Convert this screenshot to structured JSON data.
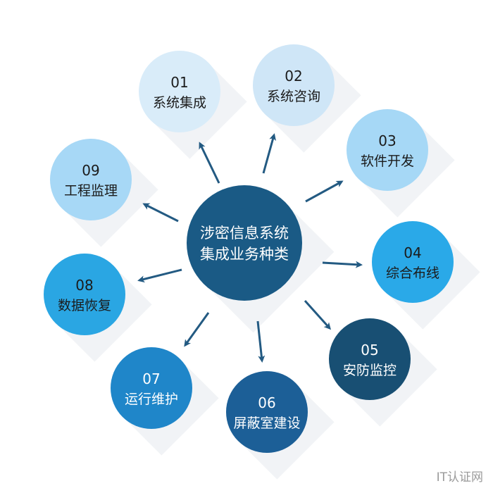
{
  "center": {
    "line1": "涉密信息系统",
    "line2": "集成业务种类",
    "color": "#1a5a85"
  },
  "colors": {
    "arrow": "#235a82",
    "shadow": "#e6e9ee"
  },
  "nodes": [
    {
      "num": "01",
      "label": "系统集成",
      "color": "#d9ecf9",
      "text": "#1b1b1b"
    },
    {
      "num": "02",
      "label": "系统咨询",
      "color": "#cfe6f7",
      "text": "#1b1b1b"
    },
    {
      "num": "03",
      "label": "软件开发",
      "color": "#a6d8f6",
      "text": "#1b1b1b"
    },
    {
      "num": "04",
      "label": "综合布线",
      "color": "#2aa9e8",
      "text": "#1b1b1b"
    },
    {
      "num": "05",
      "label": "安防监控",
      "color": "#184f73",
      "text": "#ffffff"
    },
    {
      "num": "06",
      "label": "屏蔽室建设",
      "color": "#1c5f97",
      "text": "#ffffff"
    },
    {
      "num": "07",
      "label": "运行维护",
      "color": "#1f86c9",
      "text": "#ffffff"
    },
    {
      "num": "08",
      "label": "数据恢复",
      "color": "#2aa6e3",
      "text": "#1b1b1b"
    },
    {
      "num": "09",
      "label": "工程监理",
      "color": "#a7d8f6",
      "text": "#1b1b1b"
    }
  ],
  "watermark": "IT认证网"
}
